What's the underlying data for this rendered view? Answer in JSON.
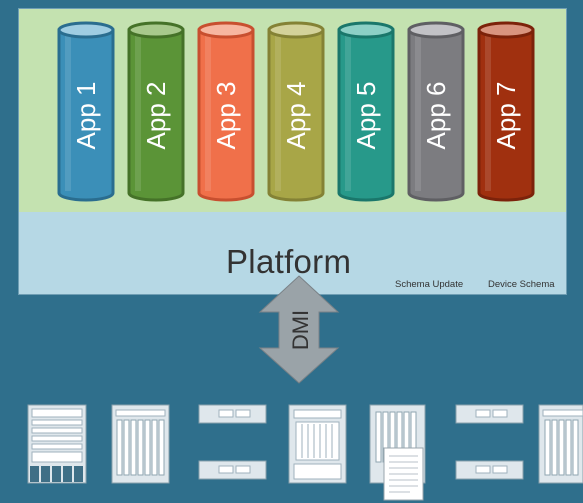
{
  "apps": [
    {
      "label": "App 1",
      "color": "#3b8fb8",
      "dark": "#2a6d8f",
      "top": "#9fcde2"
    },
    {
      "label": "App 2",
      "color": "#5b9437",
      "dark": "#457228",
      "top": "#a8c98c"
    },
    {
      "label": "App 3",
      "color": "#f0704a",
      "dark": "#c84f2f",
      "top": "#f7b6a0"
    },
    {
      "label": "App 4",
      "color": "#a8a647",
      "dark": "#848235",
      "top": "#d3d29a"
    },
    {
      "label": "App 5",
      "color": "#27998a",
      "dark": "#1a776b",
      "top": "#8cd0c6"
    },
    {
      "label": "App 6",
      "color": "#7c7c80",
      "dark": "#5f5f63",
      "top": "#c2c2c6"
    },
    {
      "label": "App 7",
      "color": "#a0300f",
      "dark": "#7c220a",
      "top": "#d9947f"
    }
  ],
  "platform": {
    "label": "Platform",
    "schema_update": "Schema Update",
    "device_schema": "Device Schema"
  },
  "interface": {
    "label": "DMI"
  }
}
